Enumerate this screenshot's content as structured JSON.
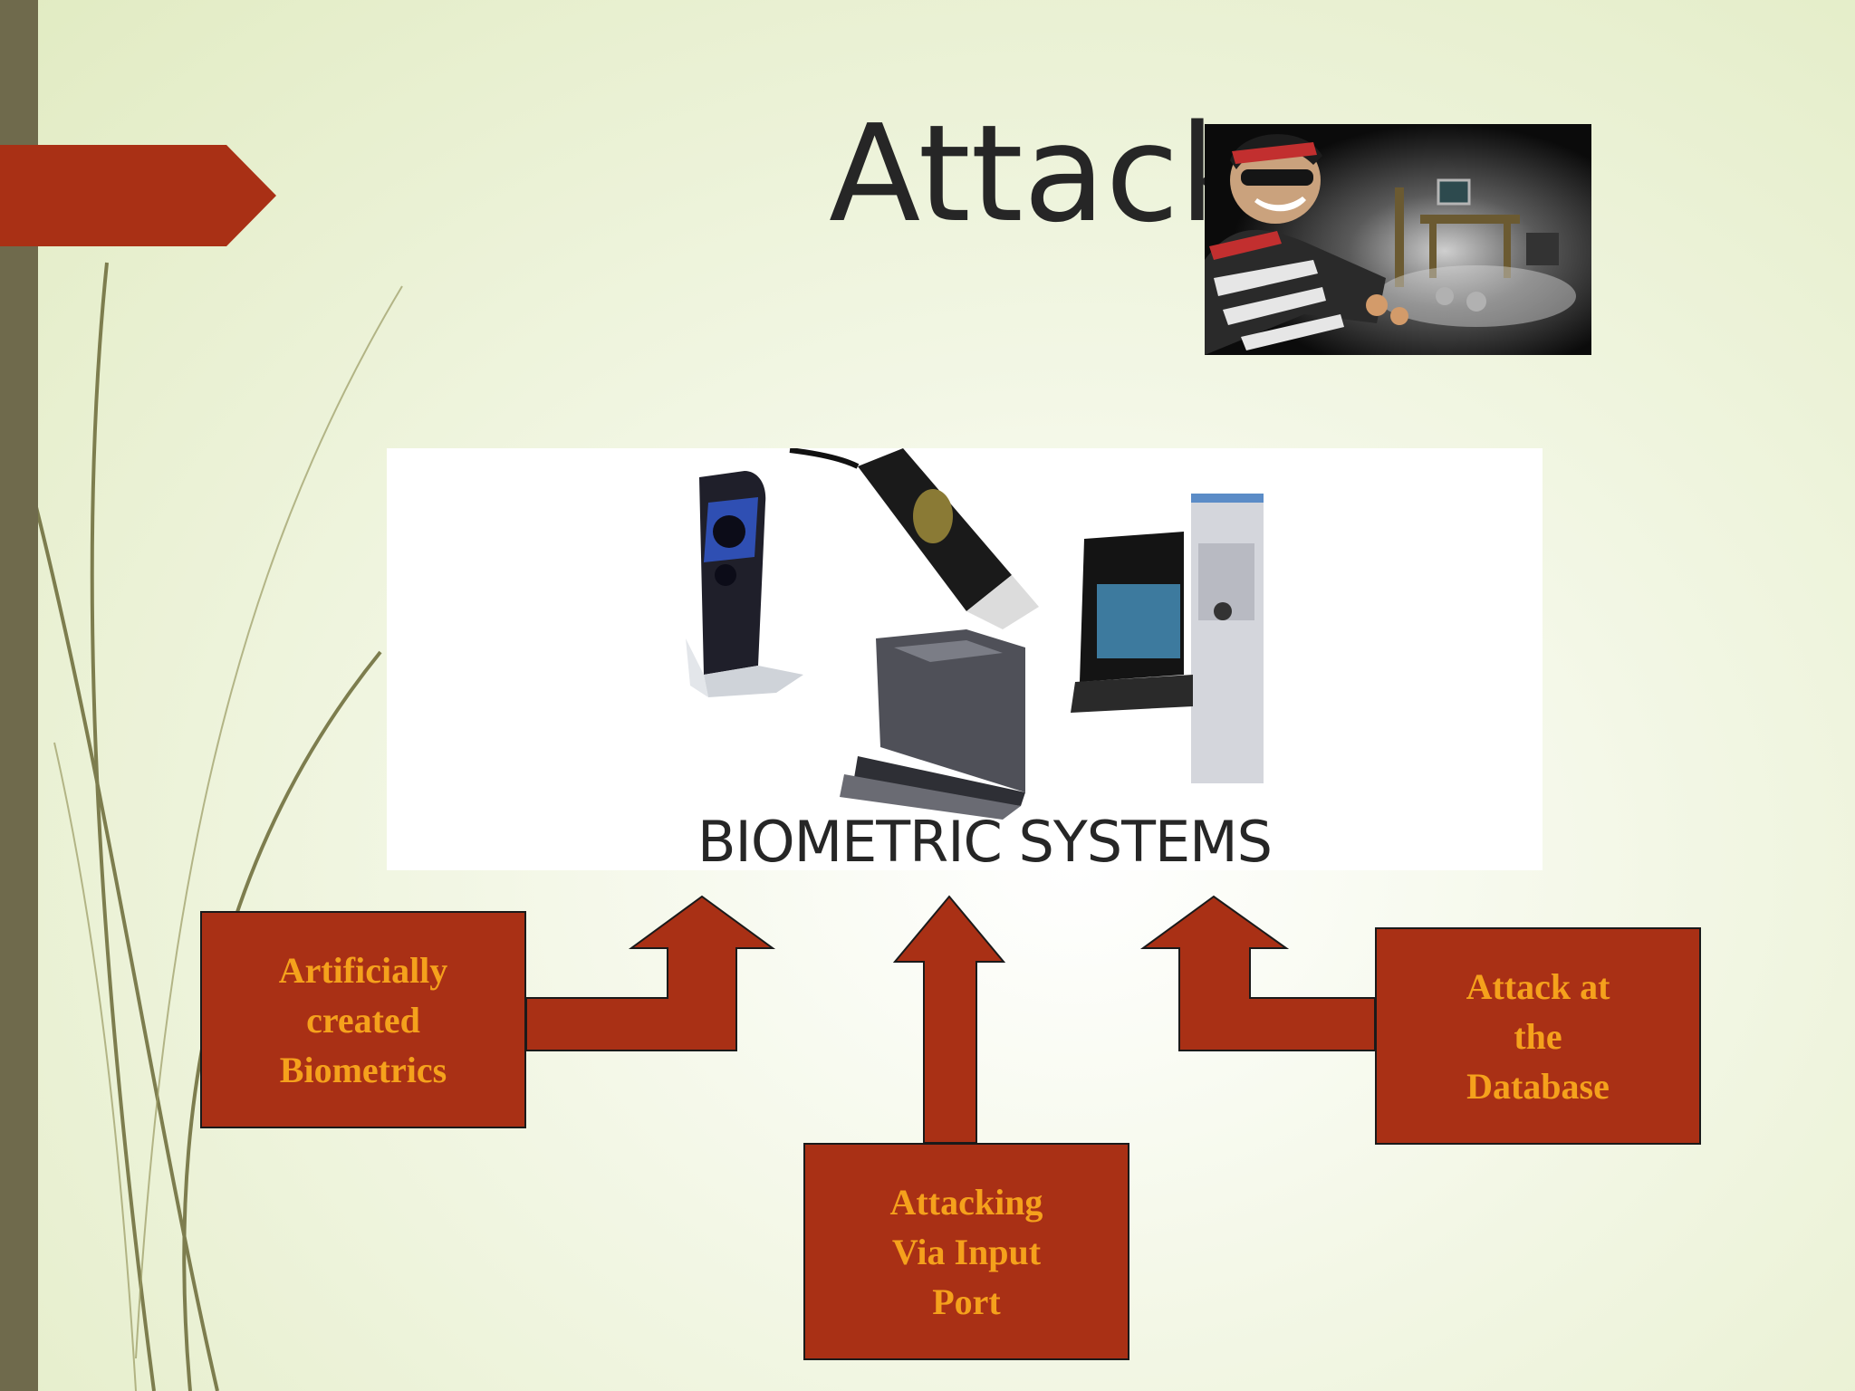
{
  "slide": {
    "title": "Attacks",
    "colors": {
      "accent": "#a93015",
      "box_text": "#f5a11c",
      "sidebar": "#6f6a4c",
      "background": "#e8efcf"
    },
    "thief_image": {
      "icon": "burglar-illustration-icon"
    },
    "biometric_image": {
      "caption": "BIOMETRIC SYSTEMS",
      "icons": [
        "iris-scanner-icon",
        "fingerprint-reader-icon",
        "hand-geometry-reader-icon",
        "laptop-case-scanner-icon"
      ]
    },
    "attack_boxes": [
      {
        "id": "artificial",
        "lines": [
          "Artificially",
          "created",
          "Biometrics"
        ]
      },
      {
        "id": "input",
        "lines": [
          "Attacking",
          "Via Input",
          "Port"
        ]
      },
      {
        "id": "database",
        "lines": [
          "Attack at",
          "the",
          "Database"
        ]
      }
    ]
  }
}
